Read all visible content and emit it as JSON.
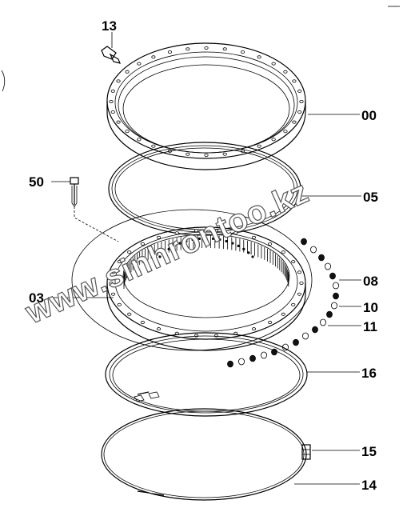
{
  "labels": {
    "p13": "13",
    "p00": "00",
    "p50": "50",
    "p05": "05",
    "p03": "03",
    "p08": "08",
    "p10": "10",
    "p11": "11",
    "p16": "16",
    "p15": "15",
    "p14": "14"
  },
  "watermark": "www.sinhrontoo.kz"
}
